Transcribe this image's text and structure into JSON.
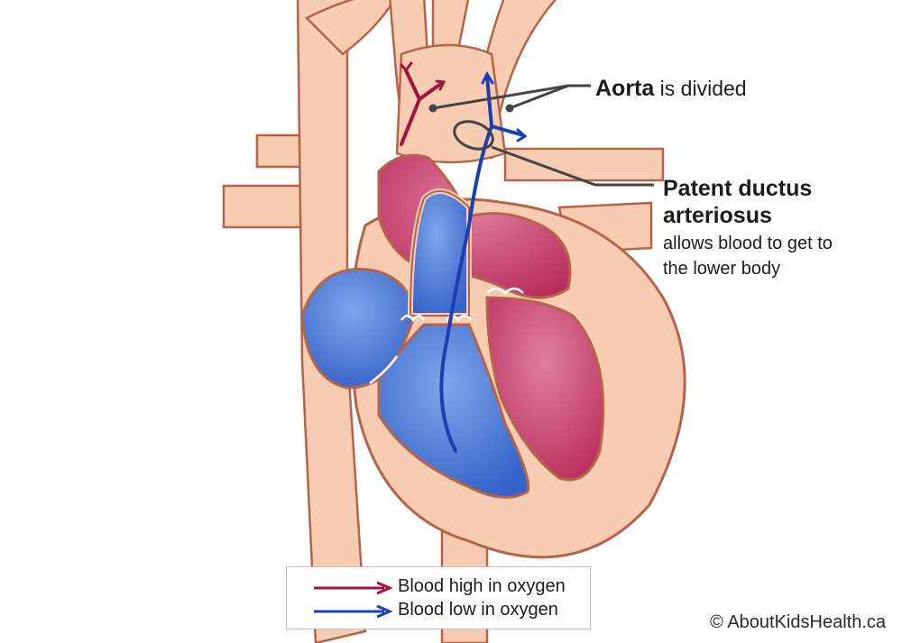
{
  "labels": {
    "aorta_bold": "Aorta",
    "aorta_rest": " is divided",
    "pda_title_line1": "Patent ductus",
    "pda_title_line2": "arteriosus",
    "pda_desc_line1": "allows blood to get to",
    "pda_desc_line2": "the lower body"
  },
  "legend": {
    "items": [
      {
        "label": "Blood high in oxygen",
        "color": "#a5123f"
      },
      {
        "label": "Blood low in oxygen",
        "color": "#1a3fb0"
      }
    ]
  },
  "copyright": "© AboutKidsHealth.ca",
  "colors": {
    "vessel": "#f6ccb3",
    "vessel_outline": "#b5644a",
    "oxygen_rich": "#c8386a",
    "oxygen_poor": "#3b6fd3",
    "callout_line": "#444444"
  }
}
